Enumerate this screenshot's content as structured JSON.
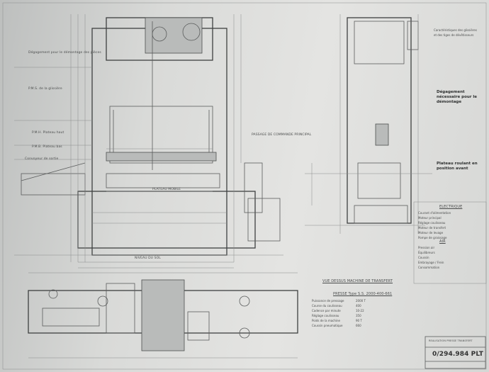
{
  "drawing": {
    "number": "0/294.984 PLT",
    "title_block_header": "REALISATION PRESSE TRANSFERT",
    "front_view_labels": {
      "note_top_left": "Dégagement pour le démontage des pièces",
      "pms": "P.M.S. de la glissière",
      "pmh": "P.M.H. Plateau haut",
      "pmb": "P.M.B. Plateau bas",
      "conveyor": "Convoyeur de sortie",
      "cable": "PASSAGE DE COMMANDE PRINCIPAL",
      "bolster": "PLATEAU MOBILE",
      "ground_label": "NIVEAU DU SOL"
    },
    "side_view_labels": {
      "notes_top": "Caractéristiques des glissières\net des tiges de dévêtisseurs",
      "evacuation": "Dégagement nécessaire pour le démontage",
      "plateau_note": "Plateau roulant en position avant"
    },
    "top_view_title": "VUE DESSUS MACHINE DE TRANSFERT",
    "specs": {
      "title": "PRESSE Type S.S. 2000-400-661",
      "rows": [
        "Puissance de pressage",
        "Course du coulisseau",
        "Cadence par minute",
        "Réglage coulisseau",
        "Poids de la machine",
        "Coussin pneumatique"
      ],
      "values": [
        "2000 T",
        "400",
        "10-22",
        "350",
        "90 T",
        "660"
      ]
    },
    "electrique": {
      "title": "ELECTRIQUE",
      "rows": [
        "Courant d'alimentation",
        "Moteur principal",
        "Réglage coulisseau",
        "Moteur de transfert",
        "Moteur de levage",
        "Pompe de graissage"
      ]
    },
    "air": {
      "title": "AIR",
      "rows": [
        "Pression air",
        "Équilibreurs",
        "Coussin",
        "Embrayage / Frein",
        "Consommation"
      ]
    }
  }
}
